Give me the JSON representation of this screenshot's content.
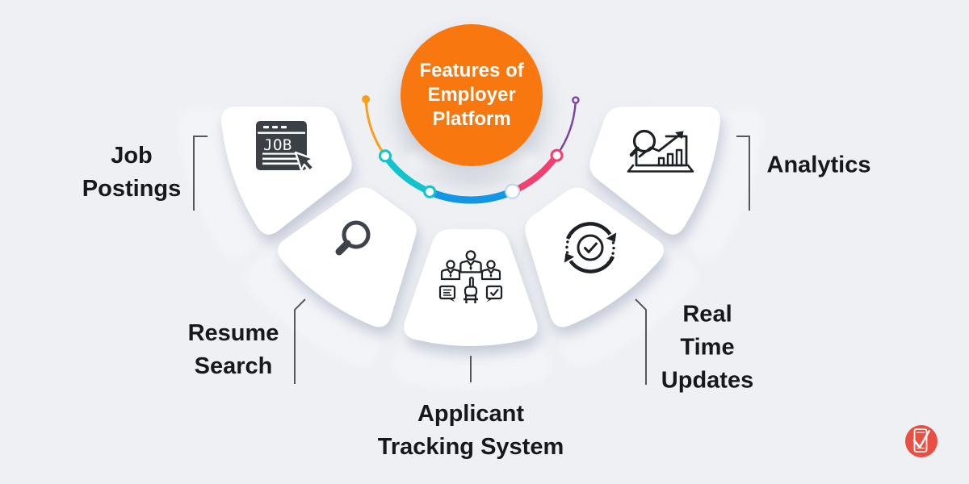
{
  "title": {
    "lines": [
      "Features of",
      "Employer",
      "Platform"
    ]
  },
  "features": [
    {
      "id": "job-postings",
      "label_lines": [
        "Job",
        "Postings"
      ],
      "icon": "job-posting-window-cursor-icon",
      "icon_text": "JOB"
    },
    {
      "id": "resume-search",
      "label_lines": [
        "Resume",
        "Search"
      ],
      "icon": "magnifying-glass-icon"
    },
    {
      "id": "applicant-tracking-system",
      "label_lines": [
        "Applicant",
        "Tracking System"
      ],
      "icon": "candidates-review-icon"
    },
    {
      "id": "real-time-updates",
      "label_lines": [
        "Real",
        "Time",
        "Updates"
      ],
      "icon": "sync-arrows-check-icon"
    },
    {
      "id": "analytics",
      "label_lines": [
        "Analytics"
      ],
      "icon": "laptop-growth-chart-icon"
    }
  ],
  "arc": {
    "segments": [
      {
        "name": "orange-tail",
        "color": "#F9A01B"
      },
      {
        "name": "cyan",
        "color": "#12C4CE"
      },
      {
        "name": "blue",
        "color": "#1197E8"
      },
      {
        "name": "pink",
        "color": "#F43F70"
      },
      {
        "name": "purple-tail",
        "color": "#7D44A5"
      }
    ]
  },
  "colors": {
    "background": "#EEF0F4",
    "hub_circle": "#F8770E",
    "hub_text": "#FFFFFF",
    "petal": "#FFFFFF",
    "icon_dark_fill": "#3B4046",
    "icon_outline": "#1D2025",
    "label_text": "#17181B",
    "connector": "#55585E",
    "logo_red": "#EA4F44"
  },
  "logo": {
    "name": "phone-check-logo"
  }
}
